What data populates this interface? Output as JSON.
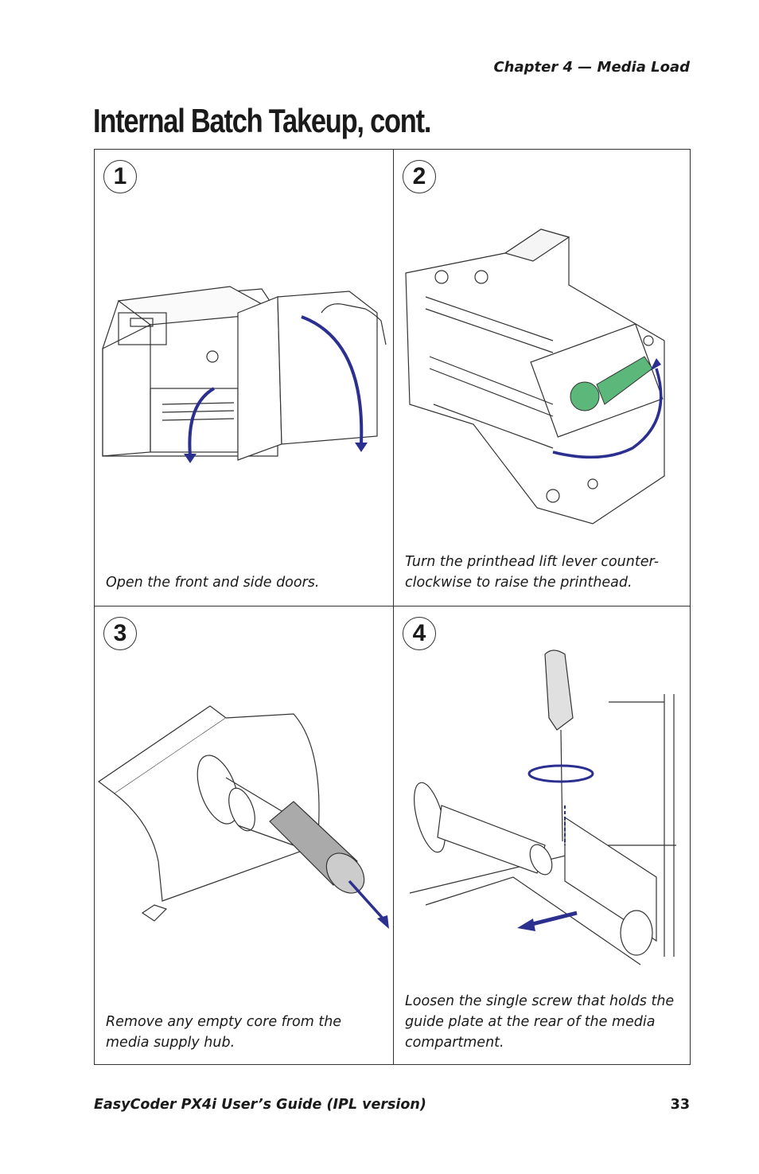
{
  "header": {
    "chapter": "Chapter 4 — Media Load"
  },
  "title": "Internal Batch Takeup, cont.",
  "steps": [
    {
      "number": "1",
      "caption": "Open the front and side doors."
    },
    {
      "number": "2",
      "caption": "Turn the printhead lift lever counter-clockwise to raise the printhead."
    },
    {
      "number": "3",
      "caption": "Remove any empty core from the media supply hub."
    },
    {
      "number": "4",
      "caption": "Loosen the single screw that holds the guide plate at the rear of the media compartment."
    }
  ],
  "footer": {
    "guide": "EasyCoder PX4i User’s Guide (IPL version)",
    "page": "33"
  },
  "colors": {
    "arrow": "#2b2f8f",
    "lever": "#5cb87a",
    "line": "#333333"
  }
}
